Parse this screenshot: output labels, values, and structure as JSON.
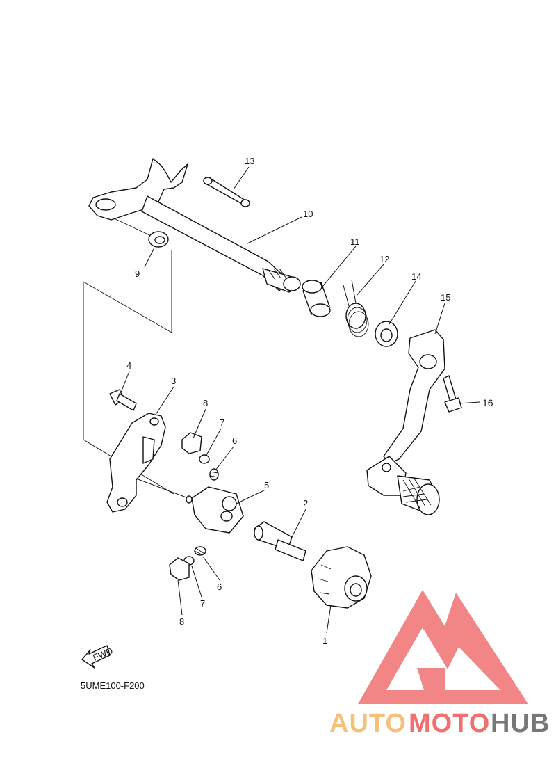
{
  "diagram": {
    "code": "5UME100-F200",
    "fwd_label": "FWD",
    "callouts": [
      {
        "id": "c1",
        "label": "1"
      },
      {
        "id": "c2",
        "label": "2"
      },
      {
        "id": "c3",
        "label": "3"
      },
      {
        "id": "c4",
        "label": "4"
      },
      {
        "id": "c5",
        "label": "5"
      },
      {
        "id": "c6a",
        "label": "6"
      },
      {
        "id": "c6b",
        "label": "6"
      },
      {
        "id": "c7a",
        "label": "7"
      },
      {
        "id": "c7b",
        "label": "7"
      },
      {
        "id": "c8a",
        "label": "8"
      },
      {
        "id": "c8b",
        "label": "8"
      },
      {
        "id": "c9",
        "label": "9"
      },
      {
        "id": "c10",
        "label": "10"
      },
      {
        "id": "c11",
        "label": "11"
      },
      {
        "id": "c12",
        "label": "12"
      },
      {
        "id": "c13",
        "label": "13"
      },
      {
        "id": "c14",
        "label": "14"
      },
      {
        "id": "c15",
        "label": "15"
      },
      {
        "id": "c16",
        "label": "16"
      }
    ]
  },
  "watermark": {
    "text_auto": "AUTO",
    "text_moto": "MOTO",
    "text_hub": "HUB",
    "color_primary": "#f07070",
    "color_auto": "#f5c07a",
    "color_hub": "#777777"
  }
}
